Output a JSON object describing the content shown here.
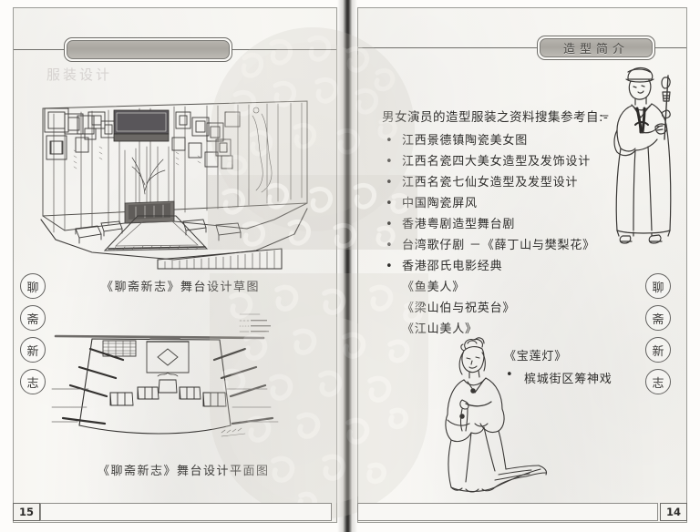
{
  "document": {
    "type": "book-spread-scan",
    "left_page_number": "15",
    "right_page_number": "14"
  },
  "left_page": {
    "header_plaque_label": "",
    "ghost_text": "服装设计",
    "figures": [
      {
        "name": "stage-perspective-sketch",
        "caption": "《聊斋新志》舞台设计草图"
      },
      {
        "name": "stage-floorplan-drawing",
        "caption": "《聊斋新志》舞台设计平面图"
      }
    ],
    "seal_stamps": [
      "聊",
      "斋",
      "新",
      "志"
    ]
  },
  "right_page": {
    "header_plaque_label": "造型简介",
    "intro_line": "男女演员的造型服装之资料搜集参考自:-",
    "bullets": [
      "江西景德镇陶瓷美女图",
      "江西名瓷四大美女造型及发饰设计",
      "江西名瓷七仙女造型及发型设计",
      "中国陶瓷屏风",
      "香港粤剧造型舞台剧",
      "台湾歌仔剧 －《薛丁山与樊梨花》",
      "香港邵氏电影经典"
    ],
    "play_titles": [
      "《鱼美人》",
      "《梁山伯与祝英台》",
      "《江山美人》"
    ],
    "float_title": "《宝莲灯》",
    "float_bullet": "槟城街区筹神戏",
    "figures": [
      {
        "name": "male-scholar-costume-sketch"
      },
      {
        "name": "female-costume-sketch"
      }
    ],
    "seal_stamps": [
      "聊",
      "斋",
      "新",
      "志"
    ]
  },
  "colors": {
    "paper": "#f7f6f2",
    "ink": "#2f2e2c",
    "plaque": "#b0ada7",
    "spine": "#232220",
    "ornament": "#b9b6ae"
  }
}
